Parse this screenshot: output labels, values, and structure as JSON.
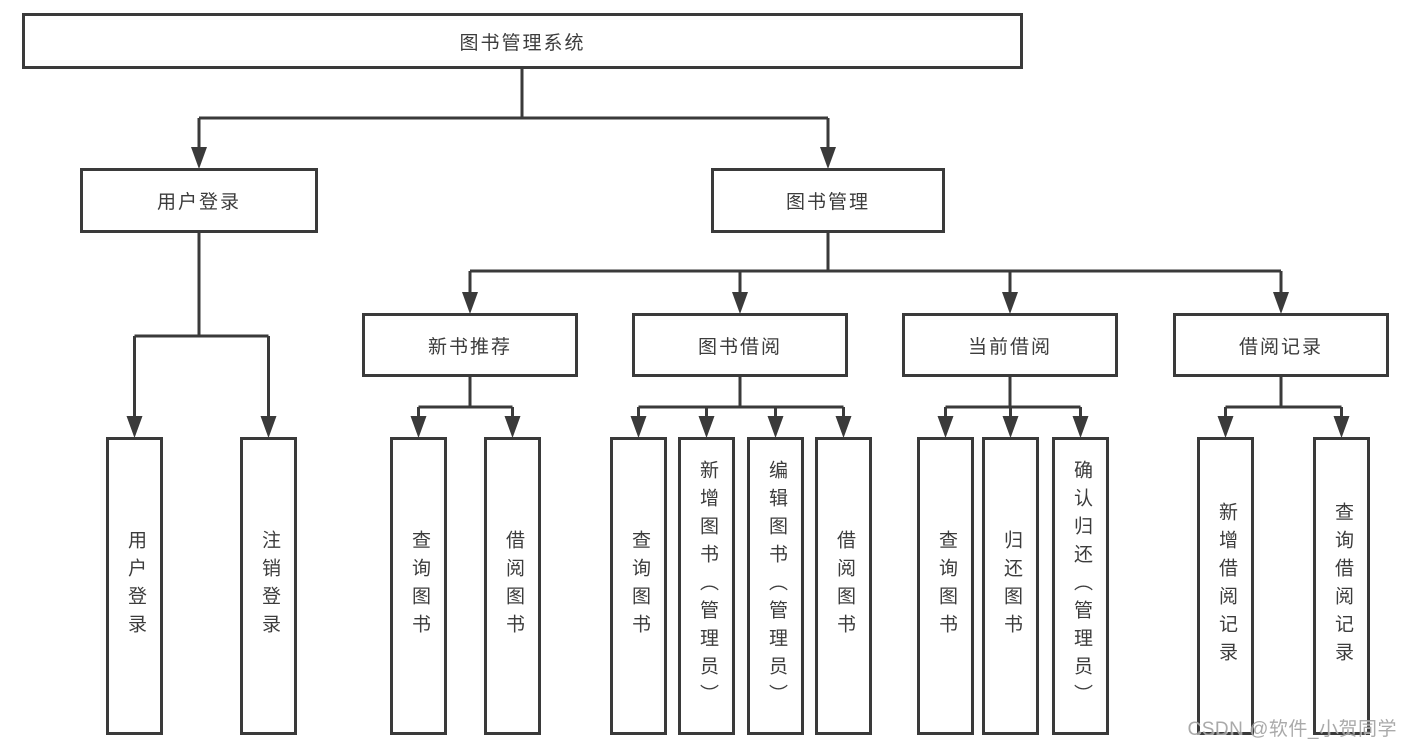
{
  "nodes": {
    "root": {
      "label": "图书管理系统"
    },
    "level2": [
      {
        "label": "用户登录"
      },
      {
        "label": "图书管理"
      }
    ],
    "level3": [
      {
        "label": "新书推荐"
      },
      {
        "label": "图书借阅"
      },
      {
        "label": "当前借阅"
      },
      {
        "label": "借阅记录"
      }
    ],
    "leaves": [
      {
        "label": "用户登录"
      },
      {
        "label": "注销登录"
      },
      {
        "label": "查询图书"
      },
      {
        "label": "借阅图书"
      },
      {
        "label": "查询图书"
      },
      {
        "label": "新增图书（管理员）"
      },
      {
        "label": "编辑图书（管理员）"
      },
      {
        "label": "借阅图书"
      },
      {
        "label": "查询图书"
      },
      {
        "label": "归还图书"
      },
      {
        "label": "确认归还（管理员）"
      },
      {
        "label": "新增借阅记录"
      },
      {
        "label": "查询借阅记录"
      }
    ]
  },
  "watermark": {
    "text": "CSDN @软件_小贺同学"
  },
  "colors": {
    "line": "#3a3a3a",
    "box_border": "#3a3a3a",
    "text": "#3c3c3c",
    "watermark": "#9e9e9e",
    "background": "#ffffff"
  }
}
